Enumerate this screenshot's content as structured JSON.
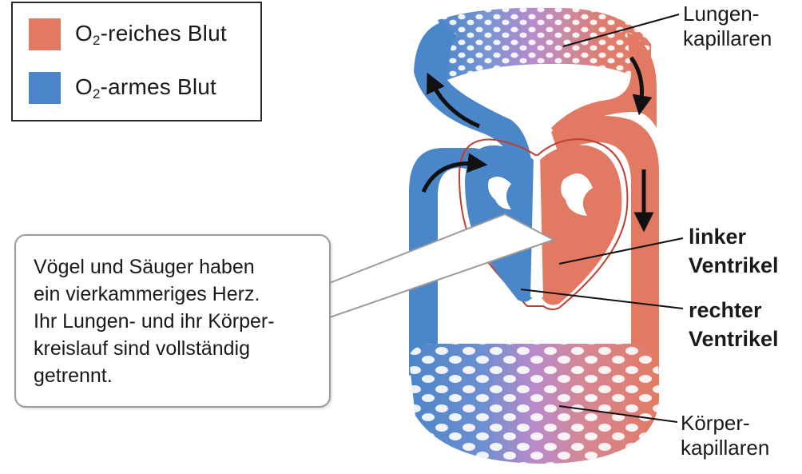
{
  "colors": {
    "oxygen_rich": "#e27a63",
    "oxygen_poor": "#4a86c8",
    "capillary_mix": "#b98bc9",
    "outline": "#c43c2f"
  },
  "legend": {
    "oxygen_rich": {
      "o": "O",
      "sub": "2",
      "rest": "-reiches Blut"
    },
    "oxygen_poor": {
      "o": "O",
      "sub": "2",
      "rest": "-armes Blut"
    }
  },
  "callout": {
    "lines": [
      "Vögel und Säuger haben",
      "ein vierkammeriges Herz.",
      "Ihr Lungen- und ihr Körper-",
      "kreislauf sind vollständig",
      "getrennt."
    ]
  },
  "labels": {
    "lung_capillaries": {
      "line1": "Lungen-",
      "line2": "kapillaren"
    },
    "left_ventricle": {
      "line1": "linker",
      "line2": "Ventrikel"
    },
    "right_ventricle": {
      "line1": "rechter",
      "line2": "Ventrikel"
    },
    "body_capillaries": {
      "line1": "Körper-",
      "line2": "kapillaren"
    }
  }
}
